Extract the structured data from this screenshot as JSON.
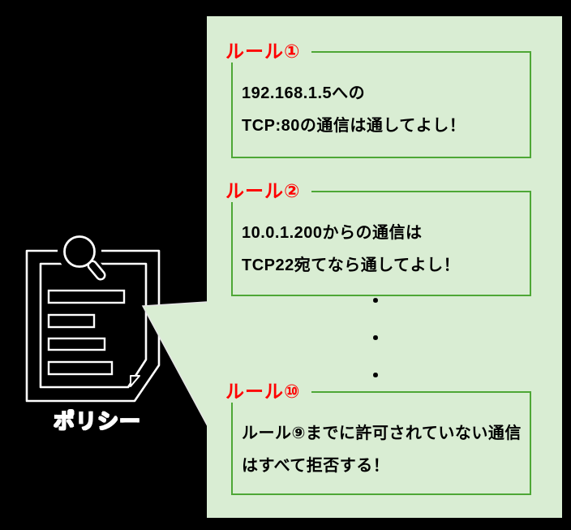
{
  "colors": {
    "background": "#000000",
    "bubble_fill": "#d9edd3",
    "rule_border_green": "#4ea736",
    "rule_title_red": "#ff0000",
    "body_text": "#000000",
    "icon_outline": "#ffffff"
  },
  "policy": {
    "label": "ポリシー",
    "icon": "document-with-magnifier-icon"
  },
  "callout": {
    "rules": [
      {
        "title": "ルール①",
        "lines": [
          "192.168.1.5への",
          "TCP:80の通信は通してよし！"
        ]
      },
      {
        "title": "ルール②",
        "lines": [
          "10.0.1.200からの通信は",
          "TCP22宛てなら通してよし！"
        ]
      },
      {
        "title": "ルール⑩",
        "lines": [
          "ルール⑨までに許可されていない通信",
          "はすべて拒否する！"
        ]
      }
    ],
    "ellipsis": [
      "・",
      "・",
      "・"
    ]
  }
}
